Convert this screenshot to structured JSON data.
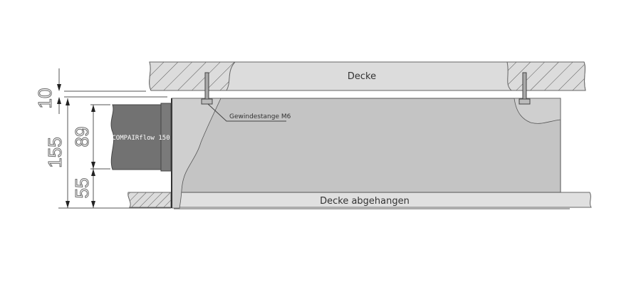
{
  "labels": {
    "ceiling": "Decke",
    "suspended_ceiling": "Decke abgehangen",
    "threaded_rod": "Gewindestange M6",
    "duct": "COMPAIRflow 150"
  },
  "dimensions": {
    "gap": "10",
    "total_height": "155",
    "duct_height": "89",
    "bottom_offset": "55"
  },
  "colors": {
    "slab": "#dcdcdc",
    "box": "#c4c4c4",
    "duct": "#727272",
    "line": "#555555"
  }
}
